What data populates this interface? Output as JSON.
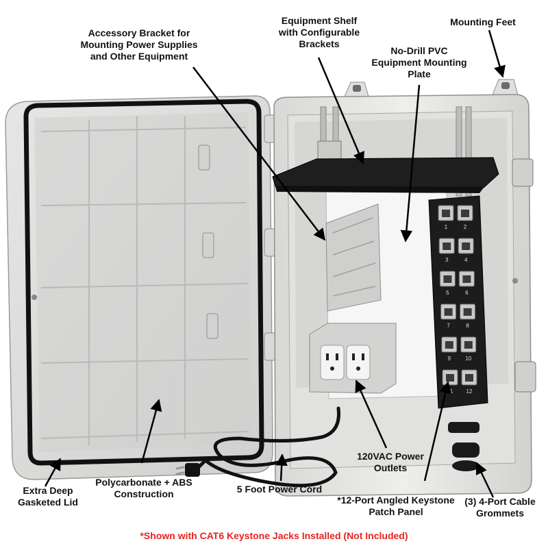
{
  "labels": {
    "accessory_bracket": "Accessory Bracket for\nMounting Power Supplies\nand Other Equipment",
    "equipment_shelf": "Equipment Shelf\nwith Configurable\nBrackets",
    "mounting_feet": "Mounting Feet",
    "mounting_plate": "No-Drill PVC\nEquipment Mounting\nPlate",
    "lid": "Extra Deep\nGasketed Lid",
    "construction": "Polycarbonate + ABS\nConstruction",
    "power_cord": "5 Foot Power Cord",
    "outlets": "120VAC Power\nOutlets",
    "patch_panel": "*12-Port Angled Keystone\nPatch Panel",
    "grommets": "(3) 4-Port Cable\nGrommets"
  },
  "port_numbers": [
    "1",
    "2",
    "3",
    "4",
    "5",
    "6",
    "7",
    "8",
    "9",
    "10",
    "11",
    "12"
  ],
  "footnote": "*Shown with CAT6 Keystone Jacks Installed (Not Included)",
  "colors": {
    "footnote": "#e4231f",
    "enclosure": "#e9e9e7",
    "panel": "#1c1c1c",
    "plate": "#f4f4f4"
  }
}
